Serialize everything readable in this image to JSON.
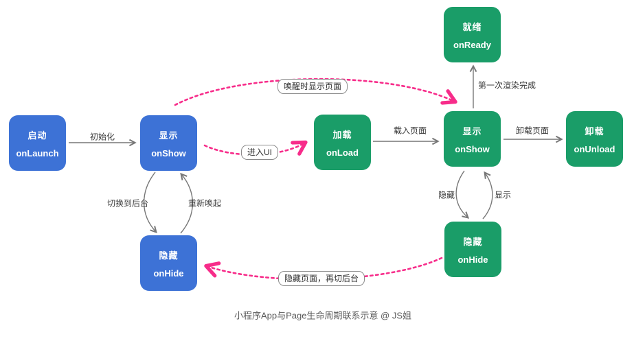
{
  "caption": "小程序App与Page生命周期联系示意 @ JS姐",
  "colors": {
    "app_node": "#3d72d6",
    "page_node": "#1a9d68",
    "flow_accent": "#f72c8a",
    "arrow": "#777777",
    "label_text": "#3a3a3a",
    "caption_text": "#595959"
  },
  "nodes": {
    "launch": {
      "label": "启动",
      "handler": "onLaunch"
    },
    "app_show": {
      "label": "显示",
      "handler": "onShow"
    },
    "app_hide": {
      "label": "隐藏",
      "handler": "onHide"
    },
    "load": {
      "label": "加载",
      "handler": "onLoad"
    },
    "ready": {
      "label": "就绪",
      "handler": "onReady"
    },
    "page_show": {
      "label": "显示",
      "handler": "onShow"
    },
    "page_hide": {
      "label": "隐藏",
      "handler": "onHide"
    },
    "unload": {
      "label": "卸载",
      "handler": "onUnload"
    }
  },
  "edge_labels": {
    "init": "初始化",
    "wake_show_page": "唤醒时显示页面",
    "enter_ui": "进入UI",
    "load_page": "载入页面",
    "first_render": "第一次渲染完成",
    "unload_page": "卸载页面",
    "to_background": "切换到后台",
    "re_wake": "重新唤起",
    "hide": "隐藏",
    "show": "显示",
    "hide_page_background": "隐藏页面，再切后台"
  }
}
